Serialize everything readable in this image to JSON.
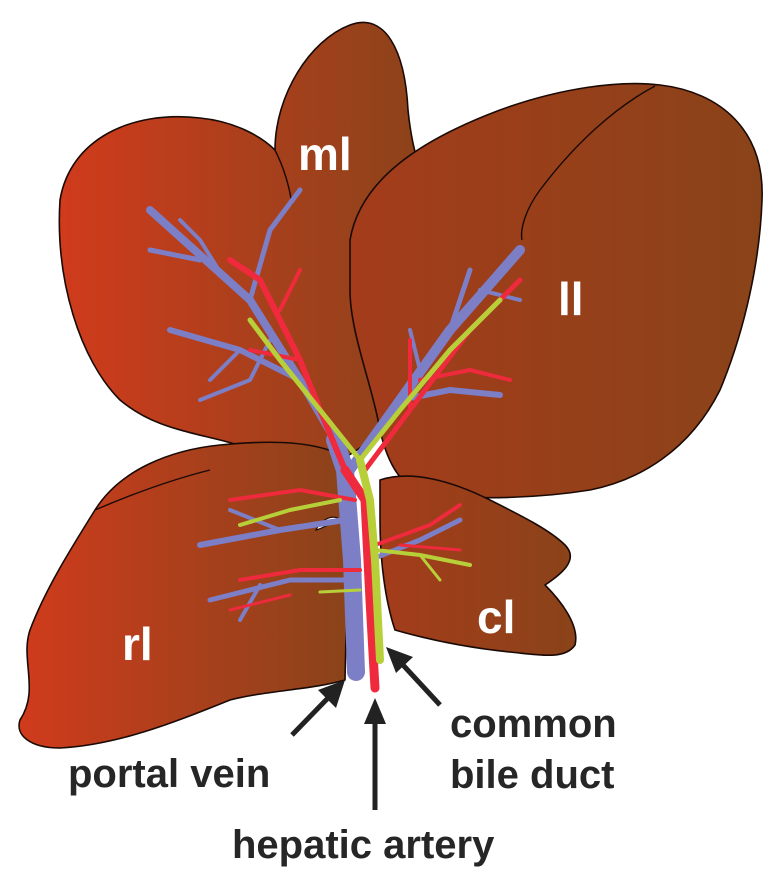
{
  "lobes": {
    "median": "ml",
    "left": "ll",
    "right": "rl",
    "caudate": "cl"
  },
  "vessels": {
    "portal_vein": "portal vein",
    "hepatic_artery": "hepatic artery",
    "bile_duct_line1": "common",
    "bile_duct_line2": "bile duct"
  },
  "colors": {
    "liver_light": "#cf3a1c",
    "liver_dark": "#8b4219",
    "portal_vein": "#7c7ec6",
    "hepatic_artery": "#ee2a3c",
    "bile_duct": "#b7d03a",
    "text_dark": "#262626",
    "text_light": "#ffffff"
  }
}
